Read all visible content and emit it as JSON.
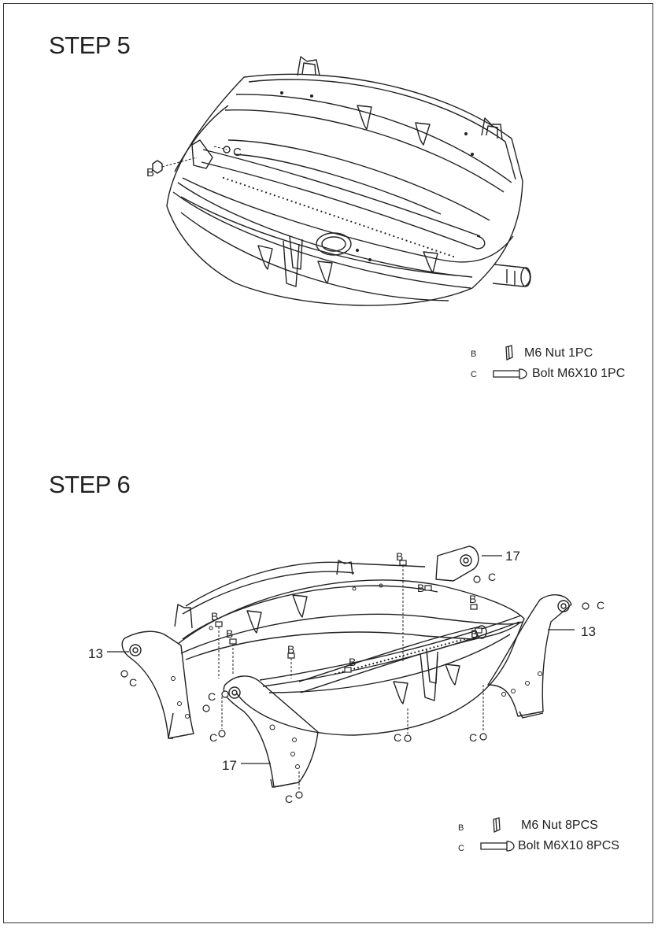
{
  "steps": [
    {
      "title": "STEP 5",
      "callouts": {
        "nut": "B",
        "bolt": "C"
      },
      "parts": [
        {
          "letter": "B",
          "icon": "nut-icon",
          "description": "M6 Nut  1PC"
        },
        {
          "letter": "C",
          "icon": "bolt-icon",
          "description": "Bolt M6X10  1PC"
        }
      ]
    },
    {
      "title": "STEP 6",
      "callouts": {
        "part_17": "17",
        "part_13": "13",
        "nut": "B",
        "bolt": "C"
      },
      "parts": [
        {
          "letter": "B",
          "icon": "nut-icon",
          "description": "M6 Nut  8PCS"
        },
        {
          "letter": "C",
          "icon": "bolt-icon",
          "description": "Bolt M6X10  8PCS"
        }
      ]
    }
  ]
}
